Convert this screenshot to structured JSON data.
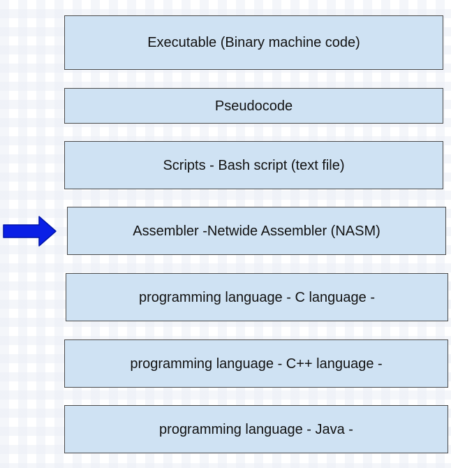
{
  "diagram": {
    "boxes": [
      {
        "label": "Executable (Binary machine code)"
      },
      {
        "label": "Pseudocode"
      },
      {
        "label": "Scripts - Bash script (text file)"
      },
      {
        "label": "Assembler -Netwide Assembler (NASM)"
      },
      {
        "label": "programming language - C language -"
      },
      {
        "label": "programming language - C++ language -"
      },
      {
        "label": "programming language - Java -"
      }
    ],
    "colors": {
      "box_fill": "#cfe2f3",
      "box_border": "#4a4a4a",
      "arrow": "#0a1fe6"
    },
    "arrow": {
      "icon": "right-arrow-icon",
      "points_to_box": 4
    }
  }
}
